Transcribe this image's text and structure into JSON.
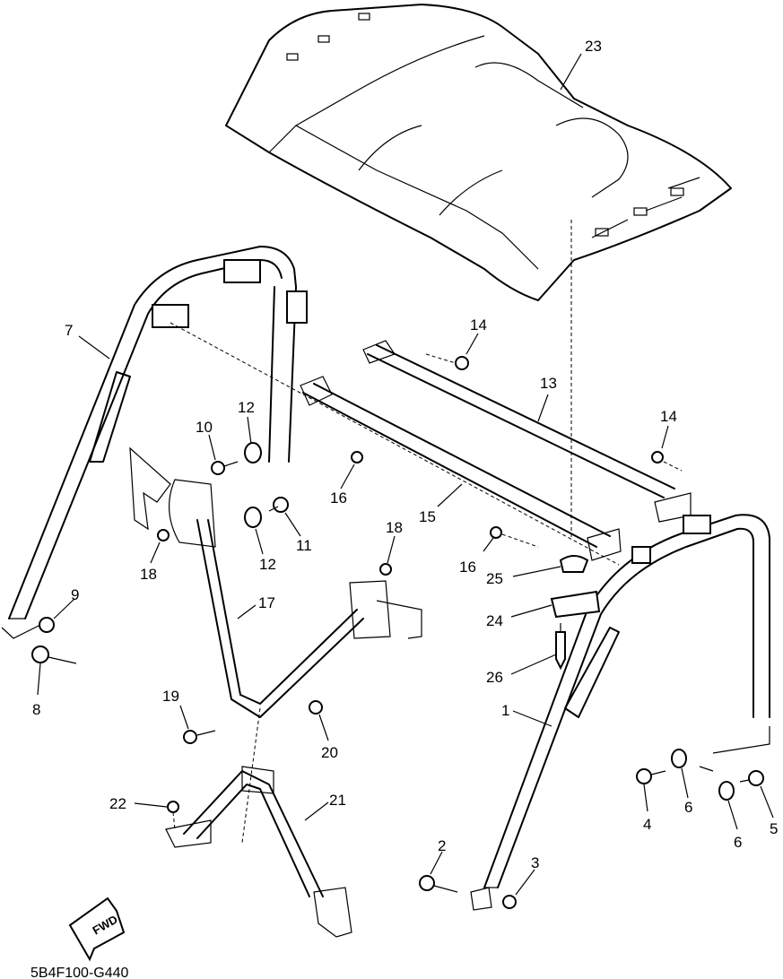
{
  "diagram": {
    "code": "5B4F100-G440",
    "fwd_label": "FWD",
    "callouts": [
      {
        "id": "c23",
        "text": "23"
      },
      {
        "id": "c7",
        "text": "7"
      },
      {
        "id": "c14a",
        "text": "14"
      },
      {
        "id": "c13",
        "text": "13"
      },
      {
        "id": "c14b",
        "text": "14"
      },
      {
        "id": "c10",
        "text": "10"
      },
      {
        "id": "c12a",
        "text": "12"
      },
      {
        "id": "c16a",
        "text": "16"
      },
      {
        "id": "c15",
        "text": "15"
      },
      {
        "id": "c12b",
        "text": "12"
      },
      {
        "id": "c11",
        "text": "11"
      },
      {
        "id": "c18a",
        "text": "18"
      },
      {
        "id": "c18b",
        "text": "18"
      },
      {
        "id": "c16b",
        "text": "16"
      },
      {
        "id": "c25",
        "text": "25"
      },
      {
        "id": "c9",
        "text": "9"
      },
      {
        "id": "c17",
        "text": "17"
      },
      {
        "id": "c24",
        "text": "24"
      },
      {
        "id": "c26",
        "text": "26"
      },
      {
        "id": "c8",
        "text": "8"
      },
      {
        "id": "c19",
        "text": "19"
      },
      {
        "id": "c1",
        "text": "1"
      },
      {
        "id": "c20",
        "text": "20"
      },
      {
        "id": "c4",
        "text": "4"
      },
      {
        "id": "c6a",
        "text": "6"
      },
      {
        "id": "c21",
        "text": "21"
      },
      {
        "id": "c22",
        "text": "22"
      },
      {
        "id": "c6b",
        "text": "6"
      },
      {
        "id": "c5",
        "text": "5"
      },
      {
        "id": "c2",
        "text": "2"
      },
      {
        "id": "c3",
        "text": "3"
      }
    ]
  }
}
